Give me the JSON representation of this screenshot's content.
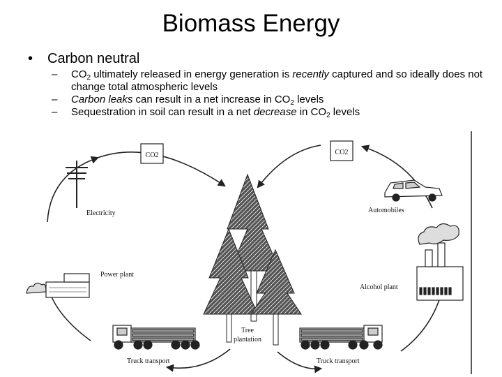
{
  "slide": {
    "title": "Biomass Energy",
    "bullet": "Carbon neutral",
    "bullet_symbol": "•",
    "dash_symbol": "–",
    "subpoints": [
      {
        "pre": "CO",
        "sub": "2",
        "mid": " ultimately released in energy generation is ",
        "em": "recently",
        "post": " captured and so ideally does not change total atmospheric levels"
      },
      {
        "em": "Carbon leaks",
        "mid": " can result in a net increase in CO",
        "sub": "2",
        "post": " levels"
      },
      {
        "pre": "Sequestration in soil can result in a net ",
        "em": "decrease",
        "mid": " in CO",
        "sub": "2",
        "post": " levels"
      }
    ]
  },
  "diagram": {
    "co2_box_left": "CO2",
    "co2_box_right": "CO2",
    "labels": {
      "electricity": "Electricity",
      "power_plant": "Power plant",
      "automobiles": "Automobiles",
      "alcohol_plant": "Alcohol plant",
      "tree_line1": "Tree",
      "tree_line2": "plantation",
      "truck_left": "Truck transport",
      "truck_right": "Truck transport"
    },
    "colors": {
      "line": "#222222",
      "tree": "#333333",
      "background": "#ffffff"
    }
  }
}
